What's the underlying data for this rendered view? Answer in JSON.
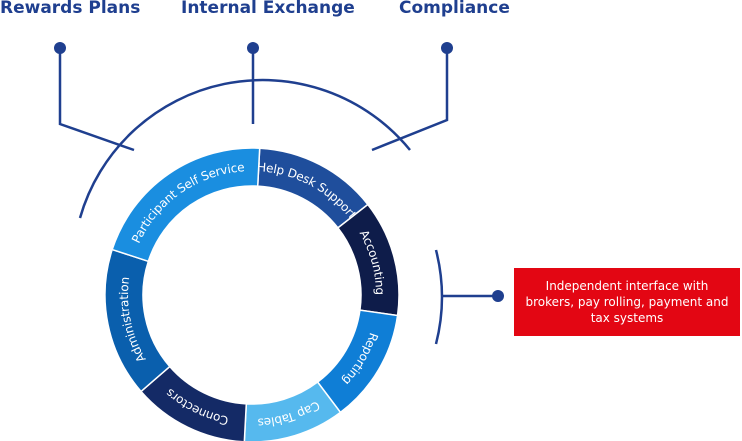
{
  "top_labels": {
    "rewards": "Rewards Plans",
    "exchange": "Internal Exchange",
    "compliance": "Compliance"
  },
  "callout": {
    "text": "Independent interface with brokers, pay rolling, payment and tax systems",
    "color": "#e30613"
  },
  "ring": {
    "segments": [
      {
        "label": "Help Desk Support",
        "color": "#1f4e9c"
      },
      {
        "label": "Accounting",
        "color": "#0e1c4a"
      },
      {
        "label": "Reporting",
        "color": "#0f7ed6"
      },
      {
        "label": "Cap Tables",
        "color": "#56b9ee"
      },
      {
        "label": "Connectors",
        "color": "#142a66"
      },
      {
        "label": "Administration",
        "color": "#0a5fad"
      },
      {
        "label": "Participant Self Service",
        "color": "#1a8ee0"
      }
    ]
  },
  "colors": {
    "line": "#1f3f8f"
  }
}
